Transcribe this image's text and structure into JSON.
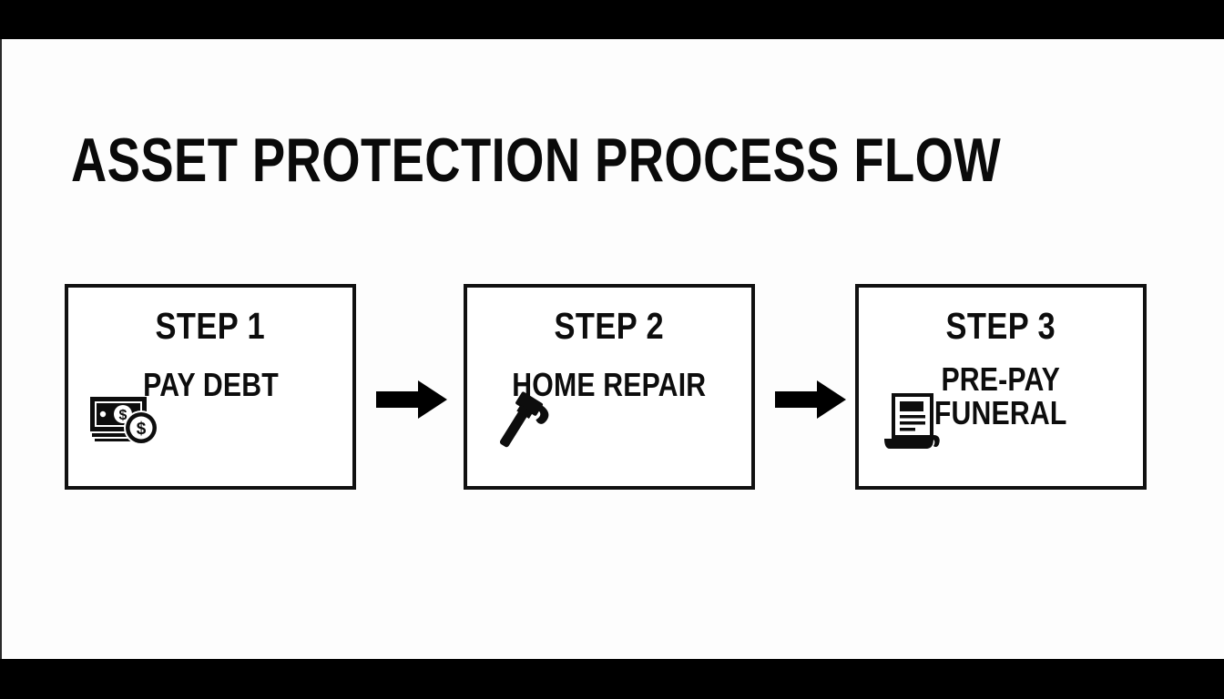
{
  "slide": {
    "title": "ASSET PROTECTION PROCESS FLOW",
    "background_color": "#fdfdfd",
    "ink_color": "#0d0d0d",
    "letterbox_color": "#000000"
  },
  "flow": {
    "steps": [
      {
        "head": "STEP 1",
        "label_lines": [
          "PAY DEBT"
        ],
        "icon": "money-banknote-coin-icon"
      },
      {
        "head": "STEP 2",
        "label_lines": [
          "HOME REPAIR"
        ],
        "icon": "hammer-icon"
      },
      {
        "head": "STEP 3",
        "label_lines": [
          "PRE-PAY",
          "FUNERAL"
        ],
        "icon": "document-receipt-icon"
      }
    ],
    "connectors": [
      {
        "name": "arrow-right-1"
      },
      {
        "name": "arrow-right-2"
      }
    ]
  }
}
